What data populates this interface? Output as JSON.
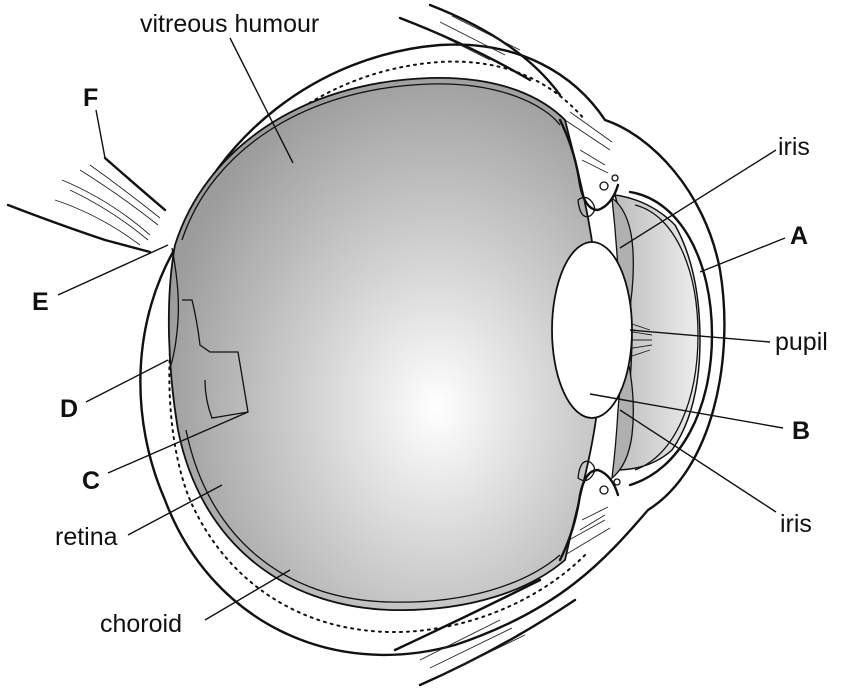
{
  "labels": {
    "vitreous_humour": "vitreous humour",
    "F": "F",
    "iris_top": "iris",
    "A": "A",
    "E": "E",
    "pupil": "pupil",
    "D": "D",
    "B": "B",
    "C": "C",
    "retina": "retina",
    "iris_bottom": "iris",
    "choroid": "choroid"
  }
}
